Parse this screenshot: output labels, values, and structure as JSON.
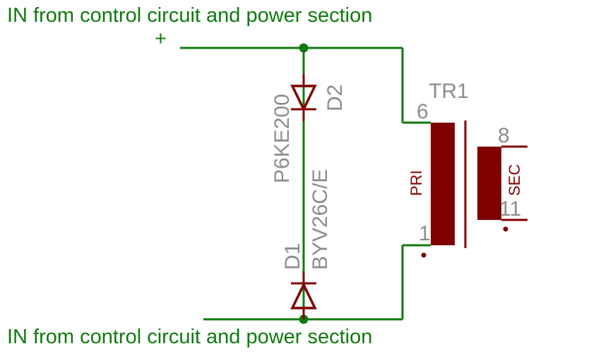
{
  "labels": {
    "top_input": "IN from control circuit and power section",
    "bottom_input": "IN from control circuit and power section",
    "plus": "+"
  },
  "d2": {
    "ref": "D2",
    "value": "P6KE200"
  },
  "d1": {
    "ref": "D1",
    "value": "BYV26C/E"
  },
  "tr1": {
    "ref": "TR1",
    "primary_label": "PRI",
    "secondary_label": "SEC",
    "pin_6": "6",
    "pin_1": "1",
    "pin_8": "8",
    "pin_11": "11"
  },
  "colors": {
    "wire": "#0f7a0f",
    "component": "#800000",
    "component_label": "#8c8c8c"
  }
}
